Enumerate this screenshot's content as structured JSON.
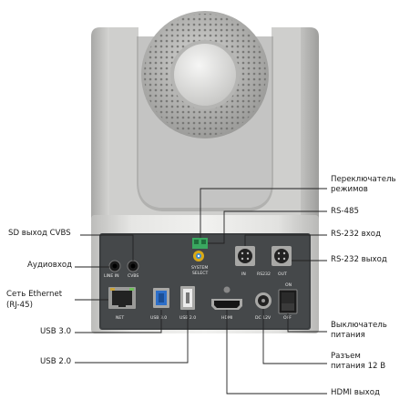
{
  "annotations": {
    "sd_cvbs": "SD выход CVBS",
    "audio_in": "Аудиовход",
    "ethernet_1": "Сеть Ethernet",
    "ethernet_2": "(RJ-45)",
    "usb3": "USB 3.0",
    "usb2": "USB 2.0",
    "mode_switch_1": "Переключатель",
    "mode_switch_2": "режимов",
    "rs485": "RS-485",
    "rs232_in": "RS-232 вход",
    "rs232_out": "RS-232 выход",
    "power_switch_1": "Выключатель",
    "power_switch_2": "питания",
    "power_jack_1": "Разъем",
    "power_jack_2": "питания 12 В",
    "hdmi_out": "HDMI выход"
  },
  "panel_labels": {
    "line_in": "LINE IN",
    "cvbs": "CVBS",
    "net": "NET",
    "usb3": "USB 3.0",
    "usb2": "USB 2.0",
    "hdmi": "HDMI",
    "dc12v": "DC 12V",
    "system": "SYSTEM",
    "select": "SELECT",
    "in": "IN",
    "rs232": "RS232",
    "out": "OUT",
    "on": "ON",
    "off": "OFF"
  },
  "colors": {
    "body": "#d8d8d6",
    "panel": "#404345",
    "line": "#222222",
    "usb3_blue": "#2d6fc9",
    "terminal_green": "#3aa860"
  }
}
